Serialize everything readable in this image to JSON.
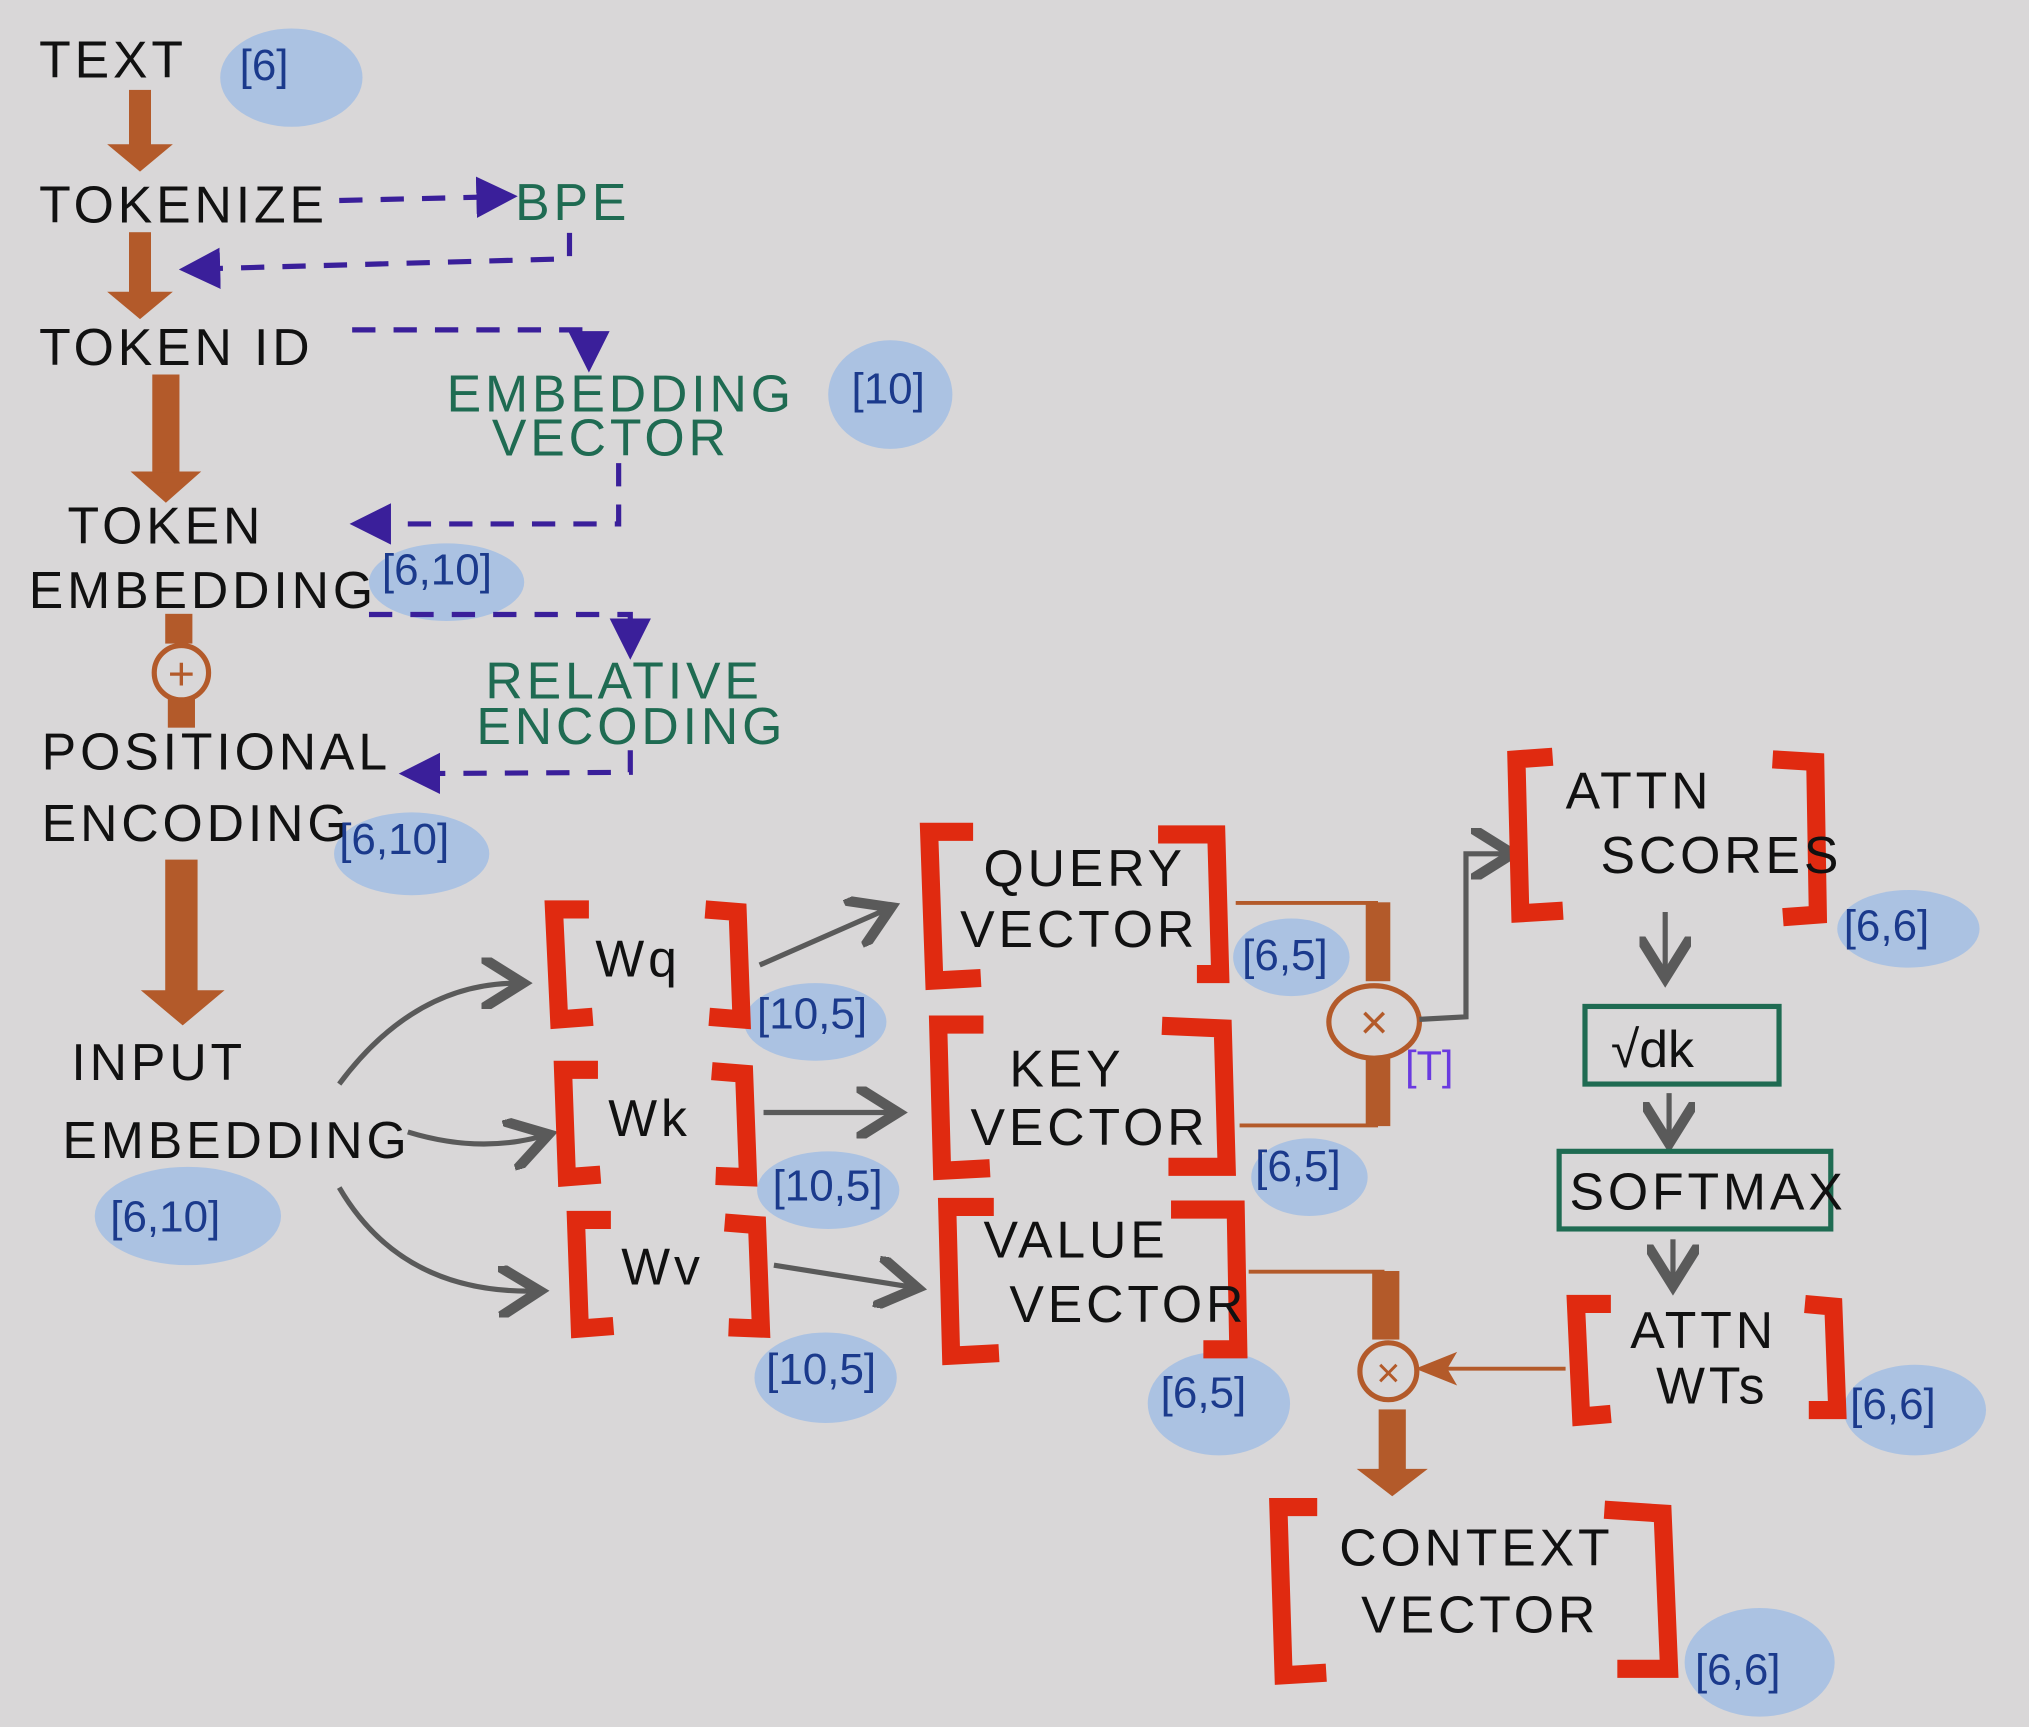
{
  "nodes": {
    "text": "TEXT",
    "tokenize": "TOKENIZE",
    "bpe": "BPE",
    "token_id": "TOKEN ID",
    "embedding_vector_1": "EMBEDDING",
    "embedding_vector_2": "VECTOR",
    "token_embedding_1": "TOKEN",
    "token_embedding_2": "EMBEDDING",
    "relative_encoding_1": "RELATIVE",
    "relative_encoding_2": "ENCODING",
    "positional_encoding_1": "POSITIONAL",
    "positional_encoding_2": "ENCODING",
    "input_embedding_1": "INPUT",
    "input_embedding_2": "EMBEDDING",
    "wq": "Wq",
    "wk": "Wk",
    "wv": "Wv",
    "query_1": "QUERY",
    "query_2": "VECTOR",
    "key_1": "KEY",
    "key_2": "VECTOR",
    "value_1": "VALUE",
    "value_2": "VECTOR",
    "transpose": "[T]",
    "attn_scores_1": "ATTN",
    "attn_scores_2": "SCORES",
    "sqrt_dk": "√dk",
    "softmax": "SOFTMAX",
    "attn_wts_1": "ATTN",
    "attn_wts_2": "WTs",
    "context_1": "CONTEXT",
    "context_2": "VECTOR",
    "multiply": "×",
    "add": "+"
  },
  "dims": {
    "text": "[6]",
    "embedding_vector": "[10]",
    "token_embedding": "[6,10]",
    "positional_encoding": "[6,10]",
    "input_embedding": "[6,10]",
    "wq": "[10,5]",
    "wk": "[10,5]",
    "wv": "[10,5]",
    "query": "[6,5]",
    "key": "[6,5]",
    "value": "[6,5]",
    "attn_scores": "[6,6]",
    "attn_wts": "[6,6]",
    "context": "[6,6]"
  },
  "colors": {
    "arrow_brown": "#b35a2a",
    "bracket_red": "#e02a10",
    "dashed_purple": "#3a1f9a",
    "label_green": "#1f6b52",
    "dim_blue": "#1b3a8c",
    "highlight_blue": "#9bbbe6"
  }
}
